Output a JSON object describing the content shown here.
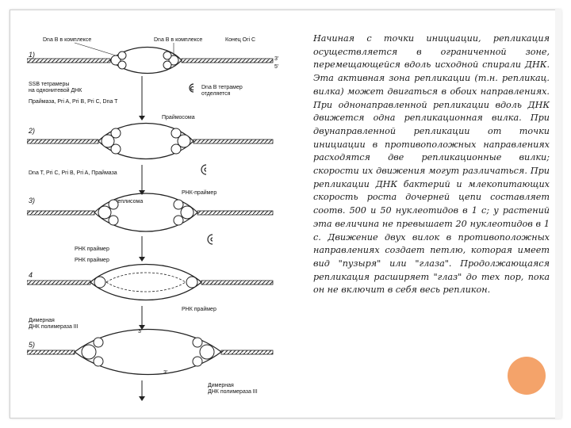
{
  "text": {
    "paragraph": "Начиная с точки инициации, репликация осуществляется в ограниченной зоне, перемещающейся вдоль исходной спирали ДНК. Эта активная зона репликации (т.н. репликац. вилка) может двигаться в обоих направлениях. При однонаправленной репликации вдоль ДНК движется одна репликационная вилка. При двунаправленной репликации от точки инициации в противоположных направлениях расходятся две репликационные вилки; скорости их движения могут различаться. При репликации ДНК бактерий и млекопитающих скорость роста дочерней цепи составляет соотв. 500 и 50 нуклеотидов в 1 с; у растений эта величина не превышает 20 нуклеотидов в 1 с. Движение двух вилок в противоположных направлениях создает петлю, которая имеет вид \"пузыря\" или \"глаза\". Продолжающаяся репликация расширяет \"глаз\" до тех пор, пока он не включит в себя весь репликон."
  },
  "figure": {
    "steps": [
      "1)",
      "2)",
      "3)",
      "4",
      "5)"
    ],
    "labels": {
      "dna_b_complex_left": "Dna B в комплексе",
      "dna_b_complex_right": "Dna B в комплексе",
      "end_ori": "Конец Ori C",
      "ssb_line1": "SSB тетрамеры",
      "ssb_line2": "на однонитевой ДНК",
      "dna_b_tetramer_line1": "Dna B тетрамер",
      "dna_b_tetramer_line2": "отделяется",
      "primase_list": "Праймаза, Pri A, Pri B, Pri C, Dna T",
      "primosome": "Праймосома",
      "dna_t_list": "Dna T, Pri C, Pri B, Pri A, Праймаза",
      "rnk_primer_top": "РНК-праймер",
      "replisome": "Реплисома",
      "rnk_primer_left": "РНК праймер",
      "rnk_primer_4": "РНК праймер",
      "rnk_primer_4b": "РНК праймер",
      "dimer_left_1": "Димерная",
      "dimer_left_2": "ДНК полимераза III",
      "dimer_right_1": "Димерная",
      "dimer_right_2": "ДНК полимераза III",
      "three_prime": "3'",
      "five_prime": "5'"
    }
  }
}
